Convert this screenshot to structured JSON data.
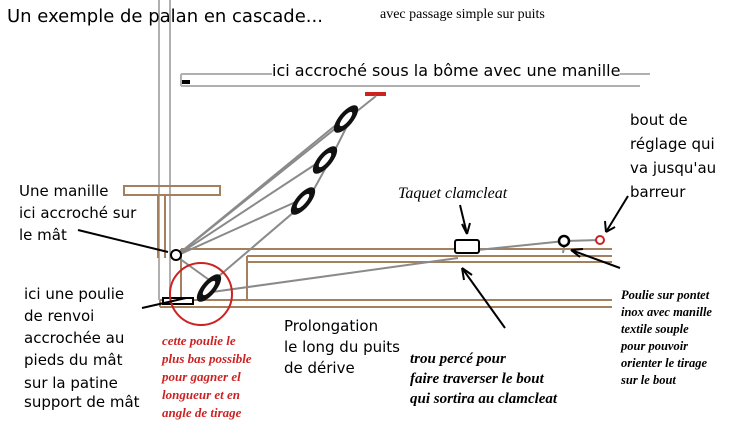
{
  "title": "Un exemple de palan en cascade...",
  "subtitle": "avec passage simple sur puits",
  "labels": {
    "boom": "ici accroché sous la bôme avec une manille",
    "adjust": "bout de\nréglage qui\nva jusqu'au\nbarreur",
    "shackle_mast": "Une manille\nici accroché sur\nle mât",
    "clamcleat": "Taquet clamcleat",
    "return_pulley": "ici une poulie\nde renvoi\naccrochée au\npieds du mât",
    "mast_shoe": "sur la patine\nsupport de mât",
    "lowest_pulley": "cette poulie le\nplus bas possible\npour gagner el\nlongueur et en\nangle de tirage",
    "extension": "Prolongation\nle long du puits\nde dérive",
    "hole": "trou percé pour\nfaire traverser le bout\nqui sortira au clamcleat",
    "deck_pulley": "Poulie sur pontet\ninox avec manille\ntextile souple\npour pouvoir\norienter le tirage\nsur le bout"
  },
  "colors": {
    "brown": "#a5805c",
    "grey_line": "#8a8a8a",
    "red": "#cc2222",
    "black": "#000000"
  }
}
